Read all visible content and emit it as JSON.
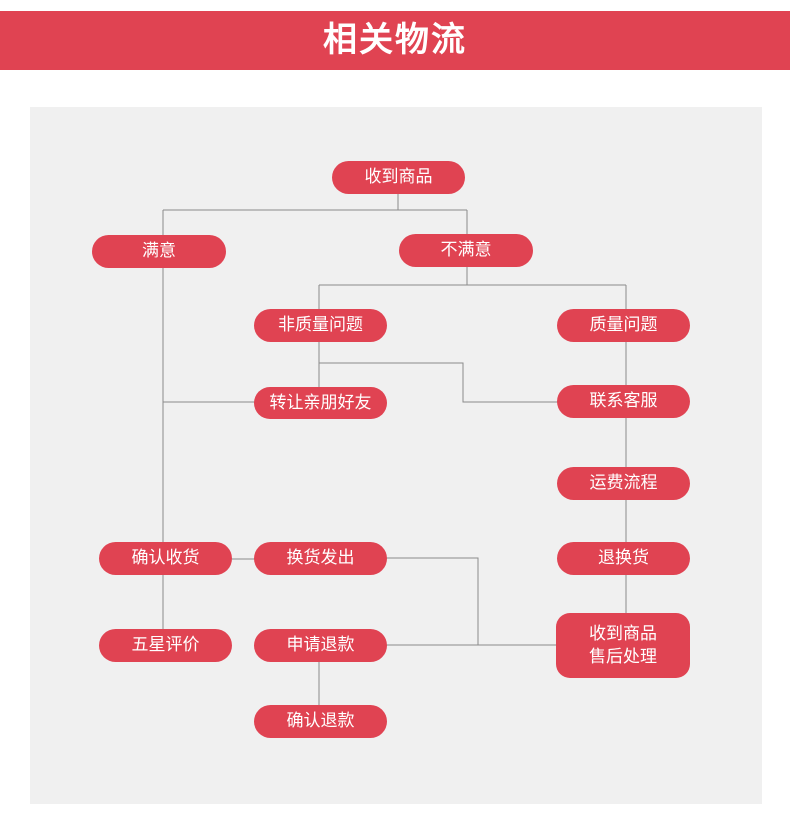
{
  "header": {
    "title": "相关物流"
  },
  "nodes": {
    "received": "收到商品",
    "satisfied": "满意",
    "unsatisfied": "不满意",
    "non_quality": "非质量问题",
    "quality": "质量问题",
    "transfer": "转让亲朋好友",
    "contact_service": "联系客服",
    "shipping_process": "运费流程",
    "return_exchange": "退换货",
    "confirm_receipt": "确认收货",
    "exchange_shipped": "换货发出",
    "five_star": "五星评价",
    "apply_refund": "申请退款",
    "confirm_refund": "确认退款",
    "after_sales_line1": "收到商品",
    "after_sales_line2": "售后处理"
  },
  "colors": {
    "accent": "#e04352",
    "panel": "#f0f0f0",
    "connector": "#8a8a8a"
  }
}
